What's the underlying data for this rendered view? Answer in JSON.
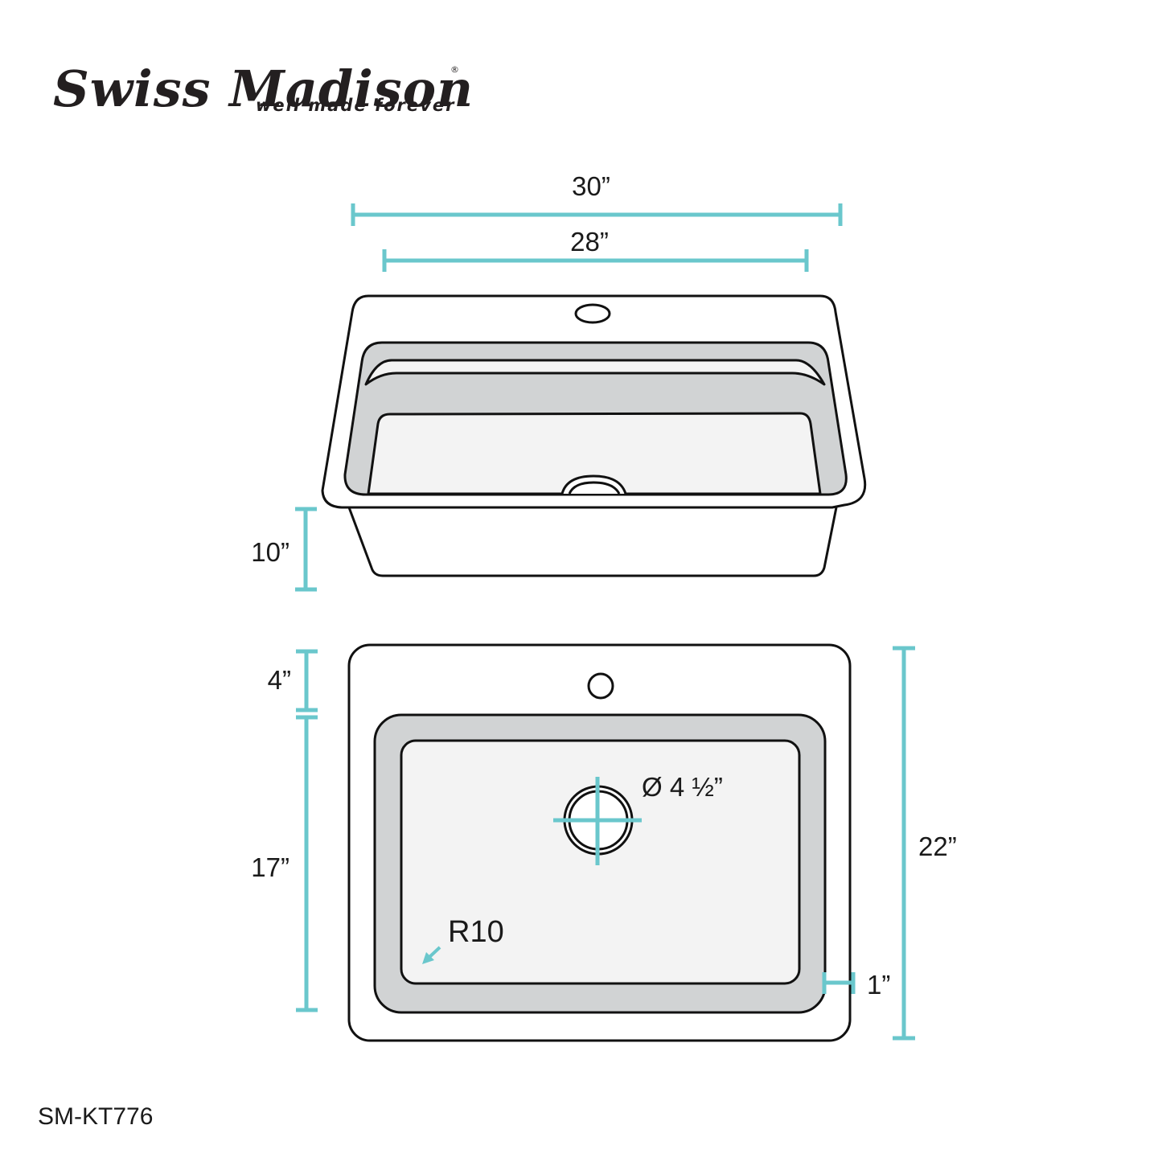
{
  "brand": {
    "name": "Swiss Madison",
    "registered_mark": "®",
    "tagline": "well made forever"
  },
  "colors": {
    "dimension_line": "#6ac7cc",
    "outline": "#111111",
    "basin_wall": "#d1d3d4",
    "basin_floor": "#f3f3f3",
    "background": "#ffffff"
  },
  "front_view": {
    "dimensions": {
      "overall_width": "30”",
      "bowl_width": "28”",
      "depth": "10”"
    }
  },
  "top_view": {
    "dimensions": {
      "faucet_deck": "4”",
      "bowl_length": "17”",
      "overall_length": "22”",
      "rim_width": "1”",
      "drain_diameter": "Ø 4 ½”",
      "corner_radius": "R10"
    }
  },
  "model_number": "SM-KT776"
}
